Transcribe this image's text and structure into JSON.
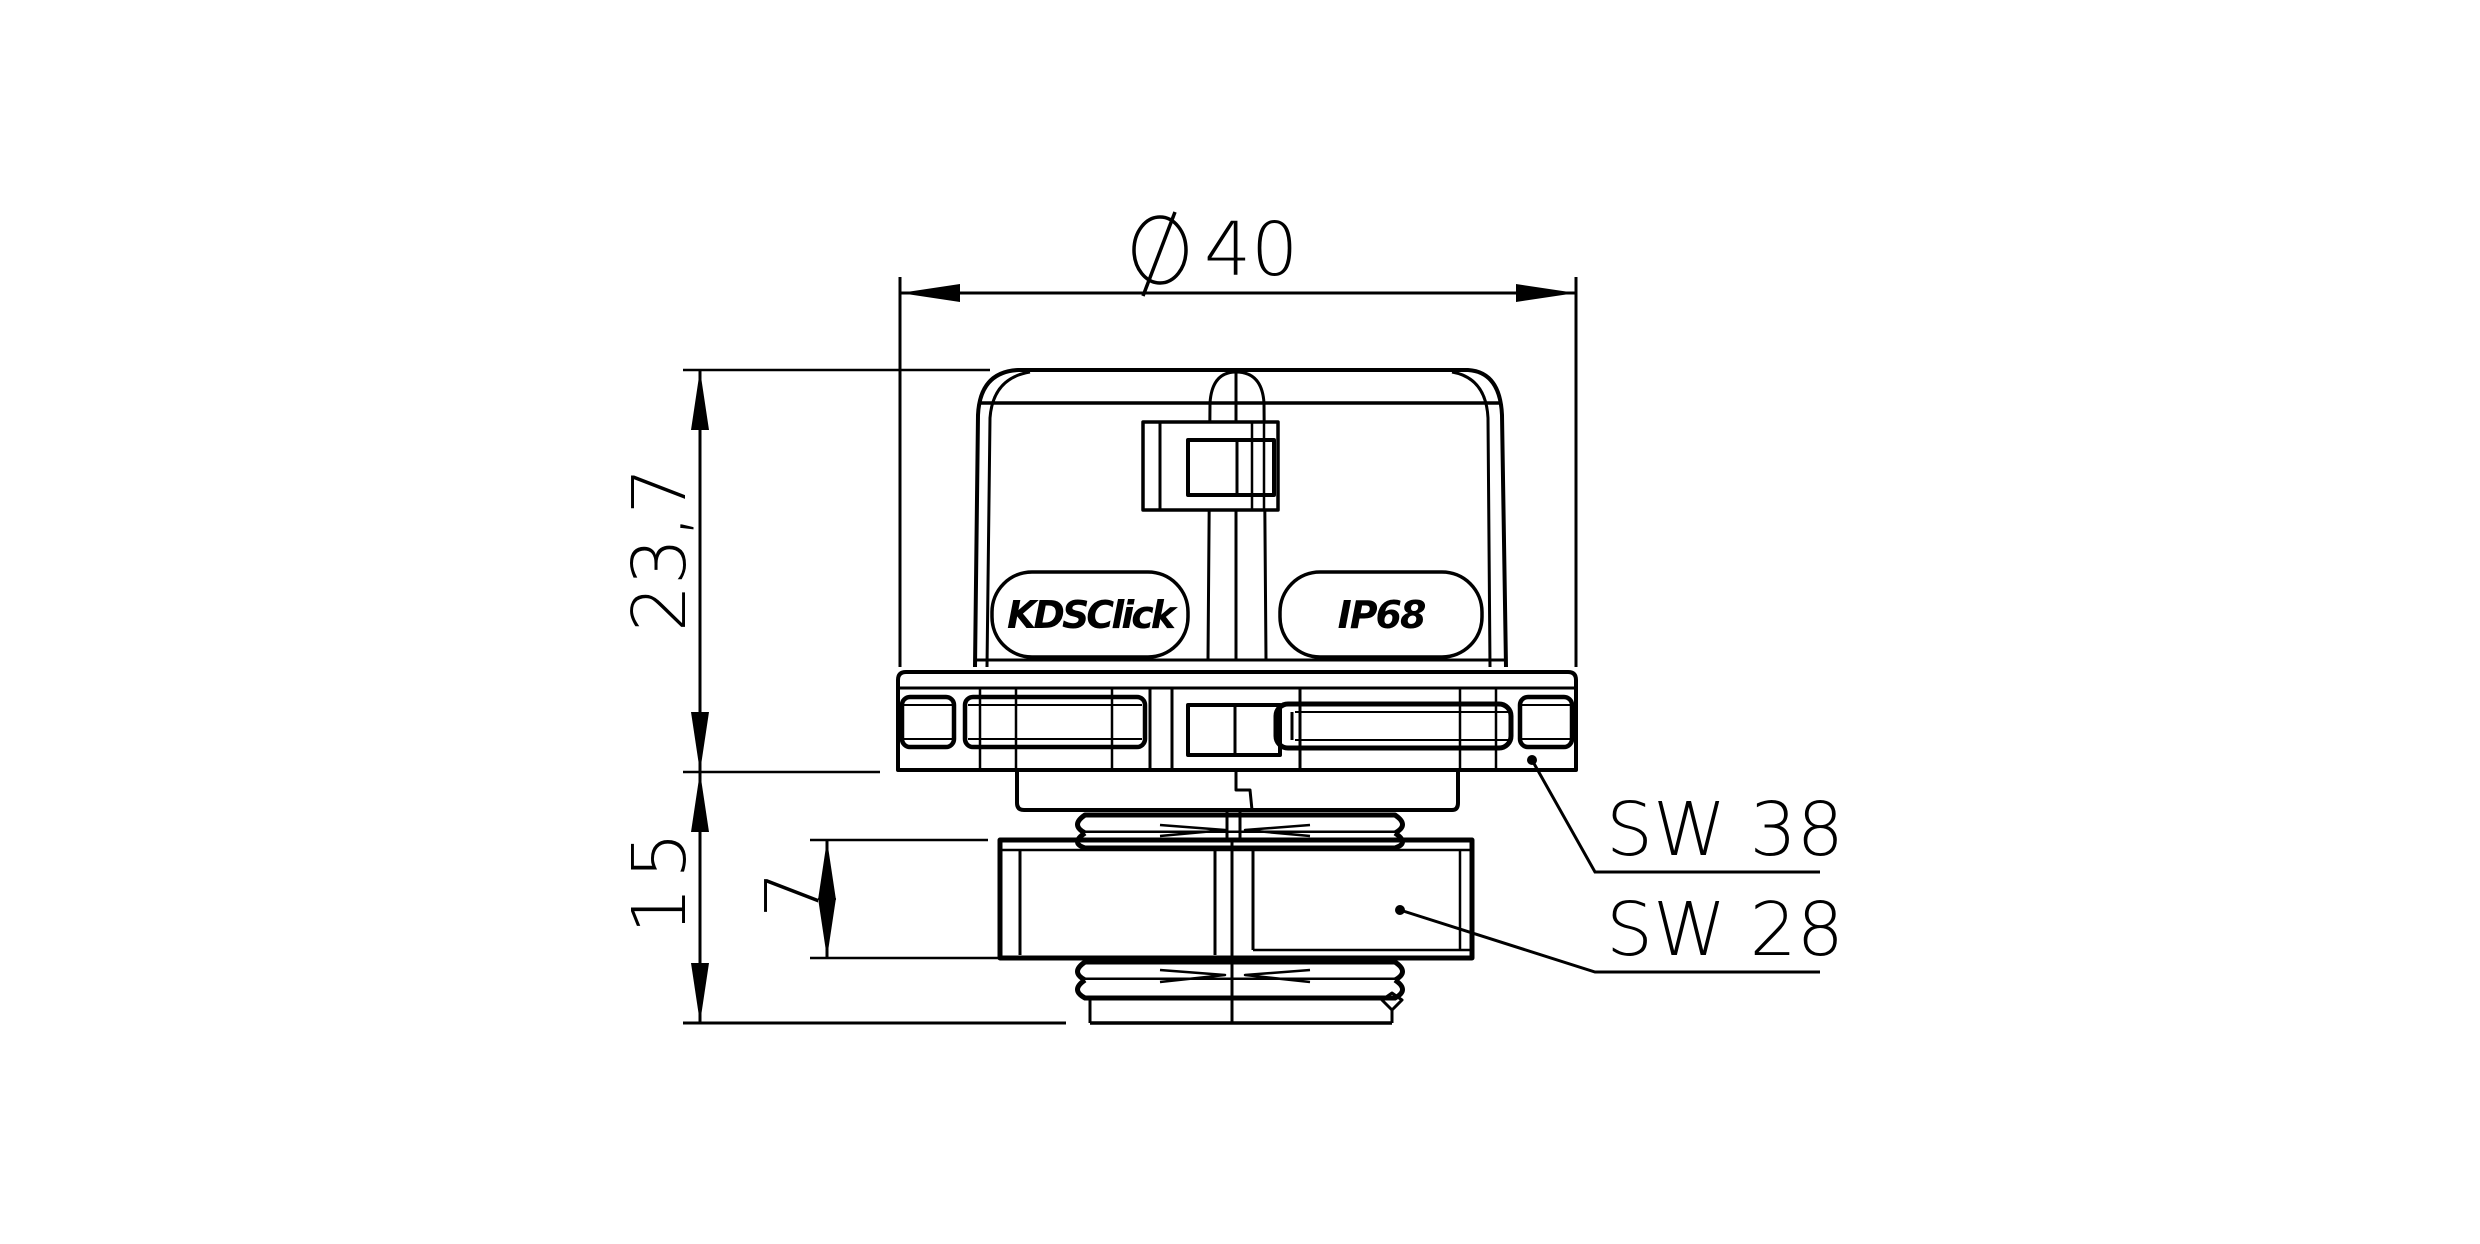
{
  "drawing": {
    "type": "technical-dimension-drawing",
    "subject": "cable gland / connector side view",
    "line_color": "#000000",
    "background": "#ffffff"
  },
  "dimensions": {
    "diameter": {
      "symbol": "⌀",
      "value": "40"
    },
    "height_top": {
      "value": "23,7"
    },
    "height_bottom": {
      "value": "15"
    },
    "nut_height": {
      "value": "7"
    }
  },
  "callouts": [
    {
      "label": "SW 38",
      "target": "flange"
    },
    {
      "label": "SW 28",
      "target": "lock-nut"
    }
  ],
  "product_labels": {
    "brand": "KDSClick",
    "rating": "IP68"
  }
}
